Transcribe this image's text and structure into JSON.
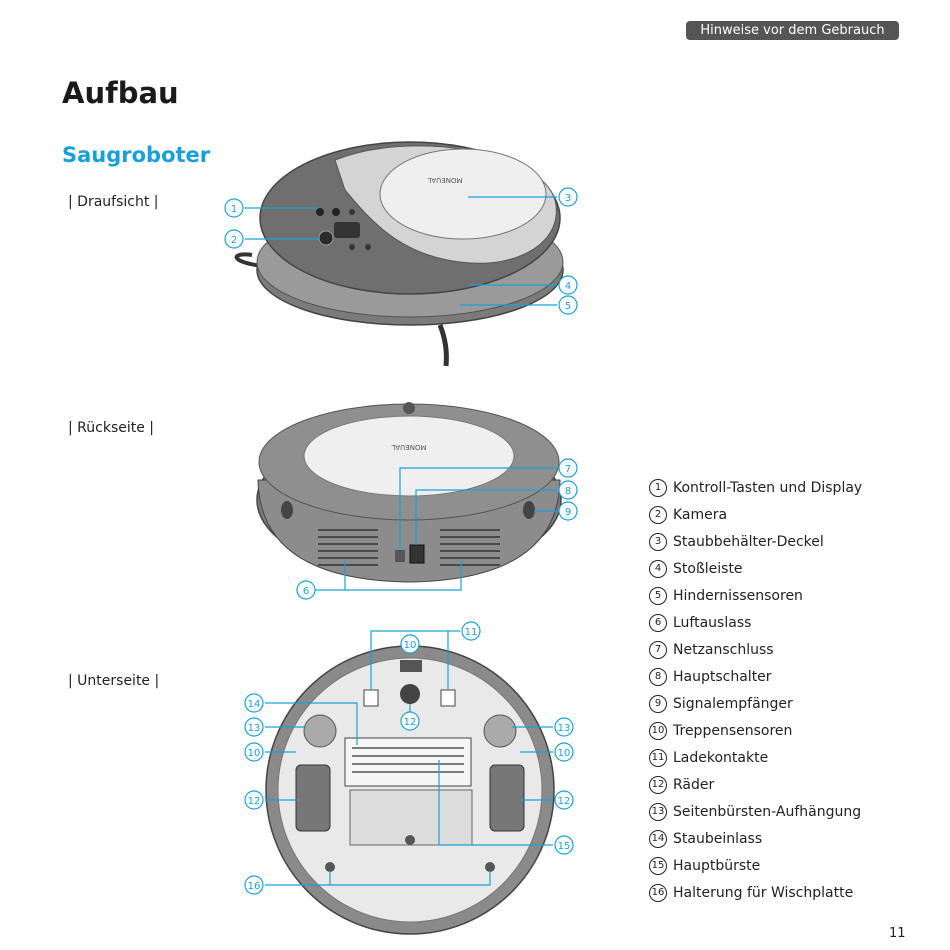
{
  "header": {
    "section_tag": "Hinweise vor dem Gebrauch"
  },
  "page": {
    "title": "Aufbau",
    "subtitle": "Saugroboter",
    "number": "11"
  },
  "views": [
    {
      "id": "top",
      "label": "| Draufsicht |"
    },
    {
      "id": "back",
      "label": "| Rückseite |"
    },
    {
      "id": "bottom",
      "label": "| Unterseite |"
    }
  ],
  "device_brand_text": "MONEUAL",
  "callouts": {
    "top": [
      "1",
      "2",
      "3",
      "4",
      "5"
    ],
    "back": [
      "7",
      "8",
      "9",
      "6"
    ],
    "bottom": [
      "10",
      "11",
      "12",
      "14",
      "13",
      "10",
      "12",
      "13",
      "10",
      "12",
      "15",
      "16"
    ]
  },
  "legend": [
    {
      "num": "1",
      "label": "Kontroll-Tasten und Display"
    },
    {
      "num": "2",
      "label": "Kamera"
    },
    {
      "num": "3",
      "label": "Staubbehälter-Deckel"
    },
    {
      "num": "4",
      "label": "Stoßleiste"
    },
    {
      "num": "5",
      "label": "Hindernissensoren"
    },
    {
      "num": "6",
      "label": "Luftauslass"
    },
    {
      "num": "7",
      "label": "Netzanschluss"
    },
    {
      "num": "8",
      "label": "Hauptschalter"
    },
    {
      "num": "9",
      "label": "Signalempfänger"
    },
    {
      "num": "10",
      "label": "Treppensensoren"
    },
    {
      "num": "11",
      "label": "Ladekontakte"
    },
    {
      "num": "12",
      "label": "Räder"
    },
    {
      "num": "13",
      "label": "Seitenbürsten-Aufhängung"
    },
    {
      "num": "14",
      "label": "Staubeinlass"
    },
    {
      "num": "15",
      "label": "Hauptbürste"
    },
    {
      "num": "16",
      "label": "Halterung für Wischplatte"
    }
  ]
}
